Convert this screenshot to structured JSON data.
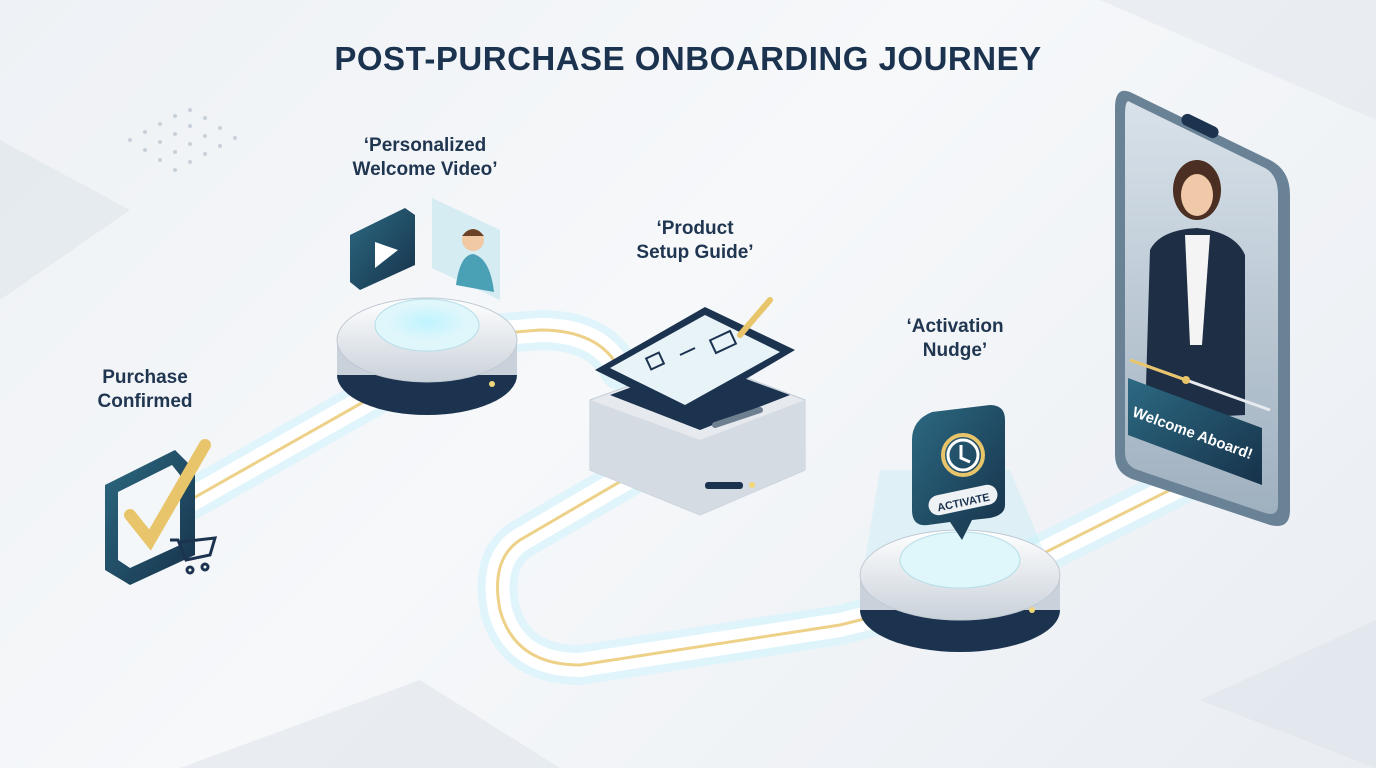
{
  "title": "POST-PURCHASE ONBOARDING JOURNEY",
  "steps": [
    {
      "line1": "Purchase",
      "line2": "Confirmed",
      "icon": "checkbox-cart-icon"
    },
    {
      "line1": "‘Personalized",
      "line2": "Welcome Video’",
      "icon": "video-play-icon"
    },
    {
      "line1": "‘Product",
      "line2": "Setup Guide’",
      "icon": "tablet-guide-icon"
    },
    {
      "line1": "‘Activation",
      "line2": "Nudge’",
      "icon": "clock-notification-icon"
    }
  ],
  "nudge_button": "ACTIVATE",
  "phone": {
    "banner": "Welcome Aboard!",
    "video_progress": 0.4
  },
  "colors": {
    "navy": "#1c3350",
    "teal": "#2a6a80",
    "glow": "#8fe3f5",
    "gold": "#e8c56a"
  }
}
